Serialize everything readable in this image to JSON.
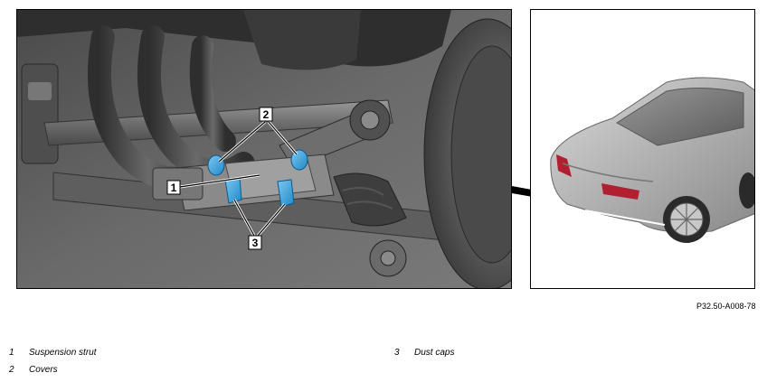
{
  "callouts": {
    "one": "1",
    "two": "2",
    "three": "3"
  },
  "reference_code": "P32.50-A008-78",
  "legend": [
    {
      "num": "1",
      "text": "Suspension strut"
    },
    {
      "num": "2",
      "text": "Covers"
    },
    {
      "num": "3",
      "text": "Dust caps"
    }
  ],
  "colors": {
    "highlight": "#3ea6de",
    "background_dark": "#3a3a3a",
    "car_body": "#b8b8b8"
  }
}
